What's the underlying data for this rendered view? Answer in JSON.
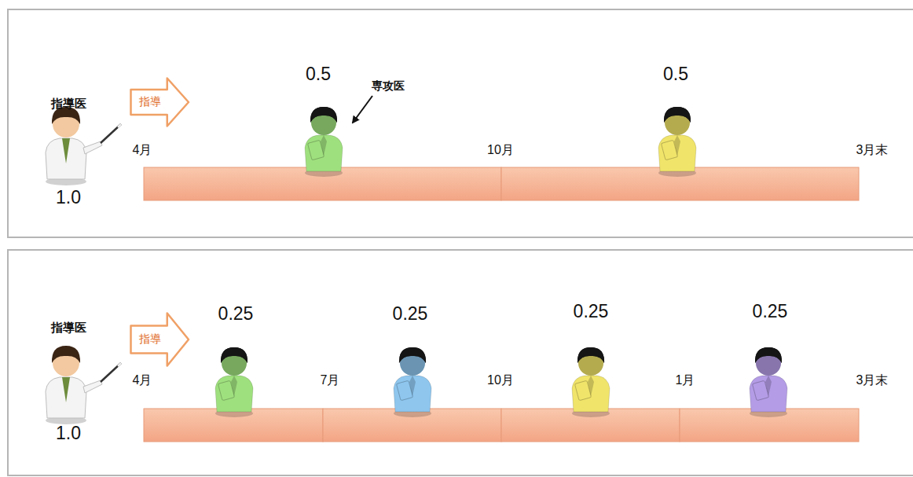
{
  "diagram": {
    "nodes": [
      {
        "text": [
          "指導"
        ]
      },
      {
        "text": [
          "指導"
        ]
      }
    ],
    "labels": [
      "0.5",
      "専攻医",
      "0.5",
      "指導医",
      "4月",
      "10月",
      "3月末",
      "1.0",
      "指導医",
      "0.25",
      "0.25",
      "0.25",
      "0.25",
      "4月",
      "7月",
      "10月",
      "1月",
      "3月末",
      "1.0"
    ]
  }
}
